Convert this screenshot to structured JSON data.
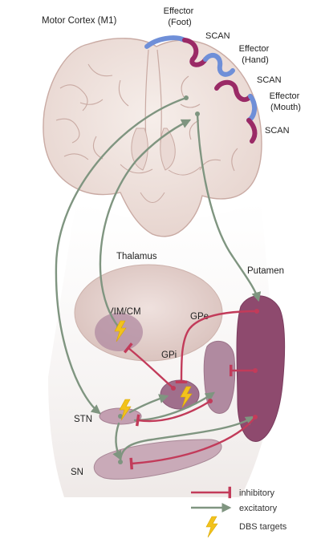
{
  "colors": {
    "inhibitory": "#c23b5a",
    "excitatory": "#7f9580",
    "dbs_bolt": "#f2c21c",
    "effector_strip": "#6f8fd8",
    "scan_strip": "#9a2a66",
    "thalamus_fill": "#e7d4d0",
    "nucleus_fill": "#b08aa0",
    "putamen_fill": "#8e4a6e",
    "brain_fill": "#f1e6e2"
  },
  "cortex": {
    "title": "Motor Cortex (M1)",
    "labels": [
      {
        "id": "effector-foot",
        "lines": [
          "Effector",
          "(Foot)"
        ]
      },
      {
        "id": "scan-1",
        "lines": [
          "SCAN"
        ]
      },
      {
        "id": "effector-hand",
        "lines": [
          "Effector",
          "(Hand)"
        ]
      },
      {
        "id": "scan-2",
        "lines": [
          "SCAN"
        ]
      },
      {
        "id": "effector-mouth",
        "lines": [
          "Effector",
          "(Mouth)"
        ]
      },
      {
        "id": "scan-3",
        "lines": [
          "SCAN"
        ]
      }
    ]
  },
  "regions": {
    "thalamus": "Thalamus",
    "putamen": "Putamen",
    "vim_cm": "VIM/CM",
    "gpe": "GPe",
    "gpi": "GPi",
    "stn": "STN",
    "sn": "SN"
  },
  "legend": {
    "inhibitory": "inhibitory",
    "excitatory": "excitatory",
    "dbs": "DBS targets"
  },
  "dbs_targets": [
    {
      "name": "vim-cm-dbs-icon"
    },
    {
      "name": "gpi-dbs-icon"
    },
    {
      "name": "stn-dbs-icon"
    }
  ]
}
